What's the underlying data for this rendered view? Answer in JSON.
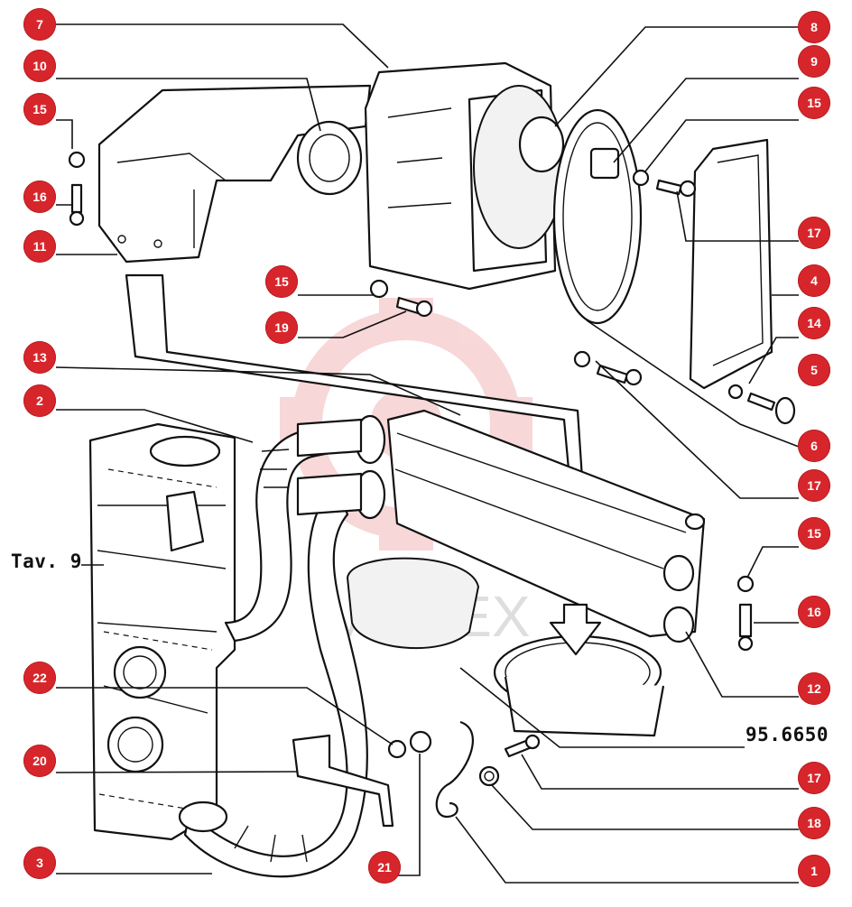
{
  "figure": {
    "table_label": "Tav. 9",
    "part_code": "95.6650",
    "watermark_text": "MOTEX",
    "accent_color": "#d7262b"
  },
  "callouts": [
    {
      "id": "c7",
      "label": "7"
    },
    {
      "id": "c8",
      "label": "8"
    },
    {
      "id": "c10",
      "label": "10"
    },
    {
      "id": "c9",
      "label": "9"
    },
    {
      "id": "c15a",
      "label": "15"
    },
    {
      "id": "c15b",
      "label": "15"
    },
    {
      "id": "c16a",
      "label": "16"
    },
    {
      "id": "c17a",
      "label": "17"
    },
    {
      "id": "c11",
      "label": "11"
    },
    {
      "id": "c4",
      "label": "4"
    },
    {
      "id": "c15c",
      "label": "15"
    },
    {
      "id": "c19",
      "label": "19"
    },
    {
      "id": "c14",
      "label": "14"
    },
    {
      "id": "c13",
      "label": "13"
    },
    {
      "id": "c5",
      "label": "5"
    },
    {
      "id": "c2",
      "label": "2"
    },
    {
      "id": "c6",
      "label": "6"
    },
    {
      "id": "c17b",
      "label": "17"
    },
    {
      "id": "c15d",
      "label": "15"
    },
    {
      "id": "c16b",
      "label": "16"
    },
    {
      "id": "c22",
      "label": "22"
    },
    {
      "id": "c12",
      "label": "12"
    },
    {
      "id": "c20",
      "label": "20"
    },
    {
      "id": "c17c",
      "label": "17"
    },
    {
      "id": "c18",
      "label": "18"
    },
    {
      "id": "c3",
      "label": "3"
    },
    {
      "id": "c21",
      "label": "21"
    },
    {
      "id": "c1",
      "label": "1"
    }
  ]
}
